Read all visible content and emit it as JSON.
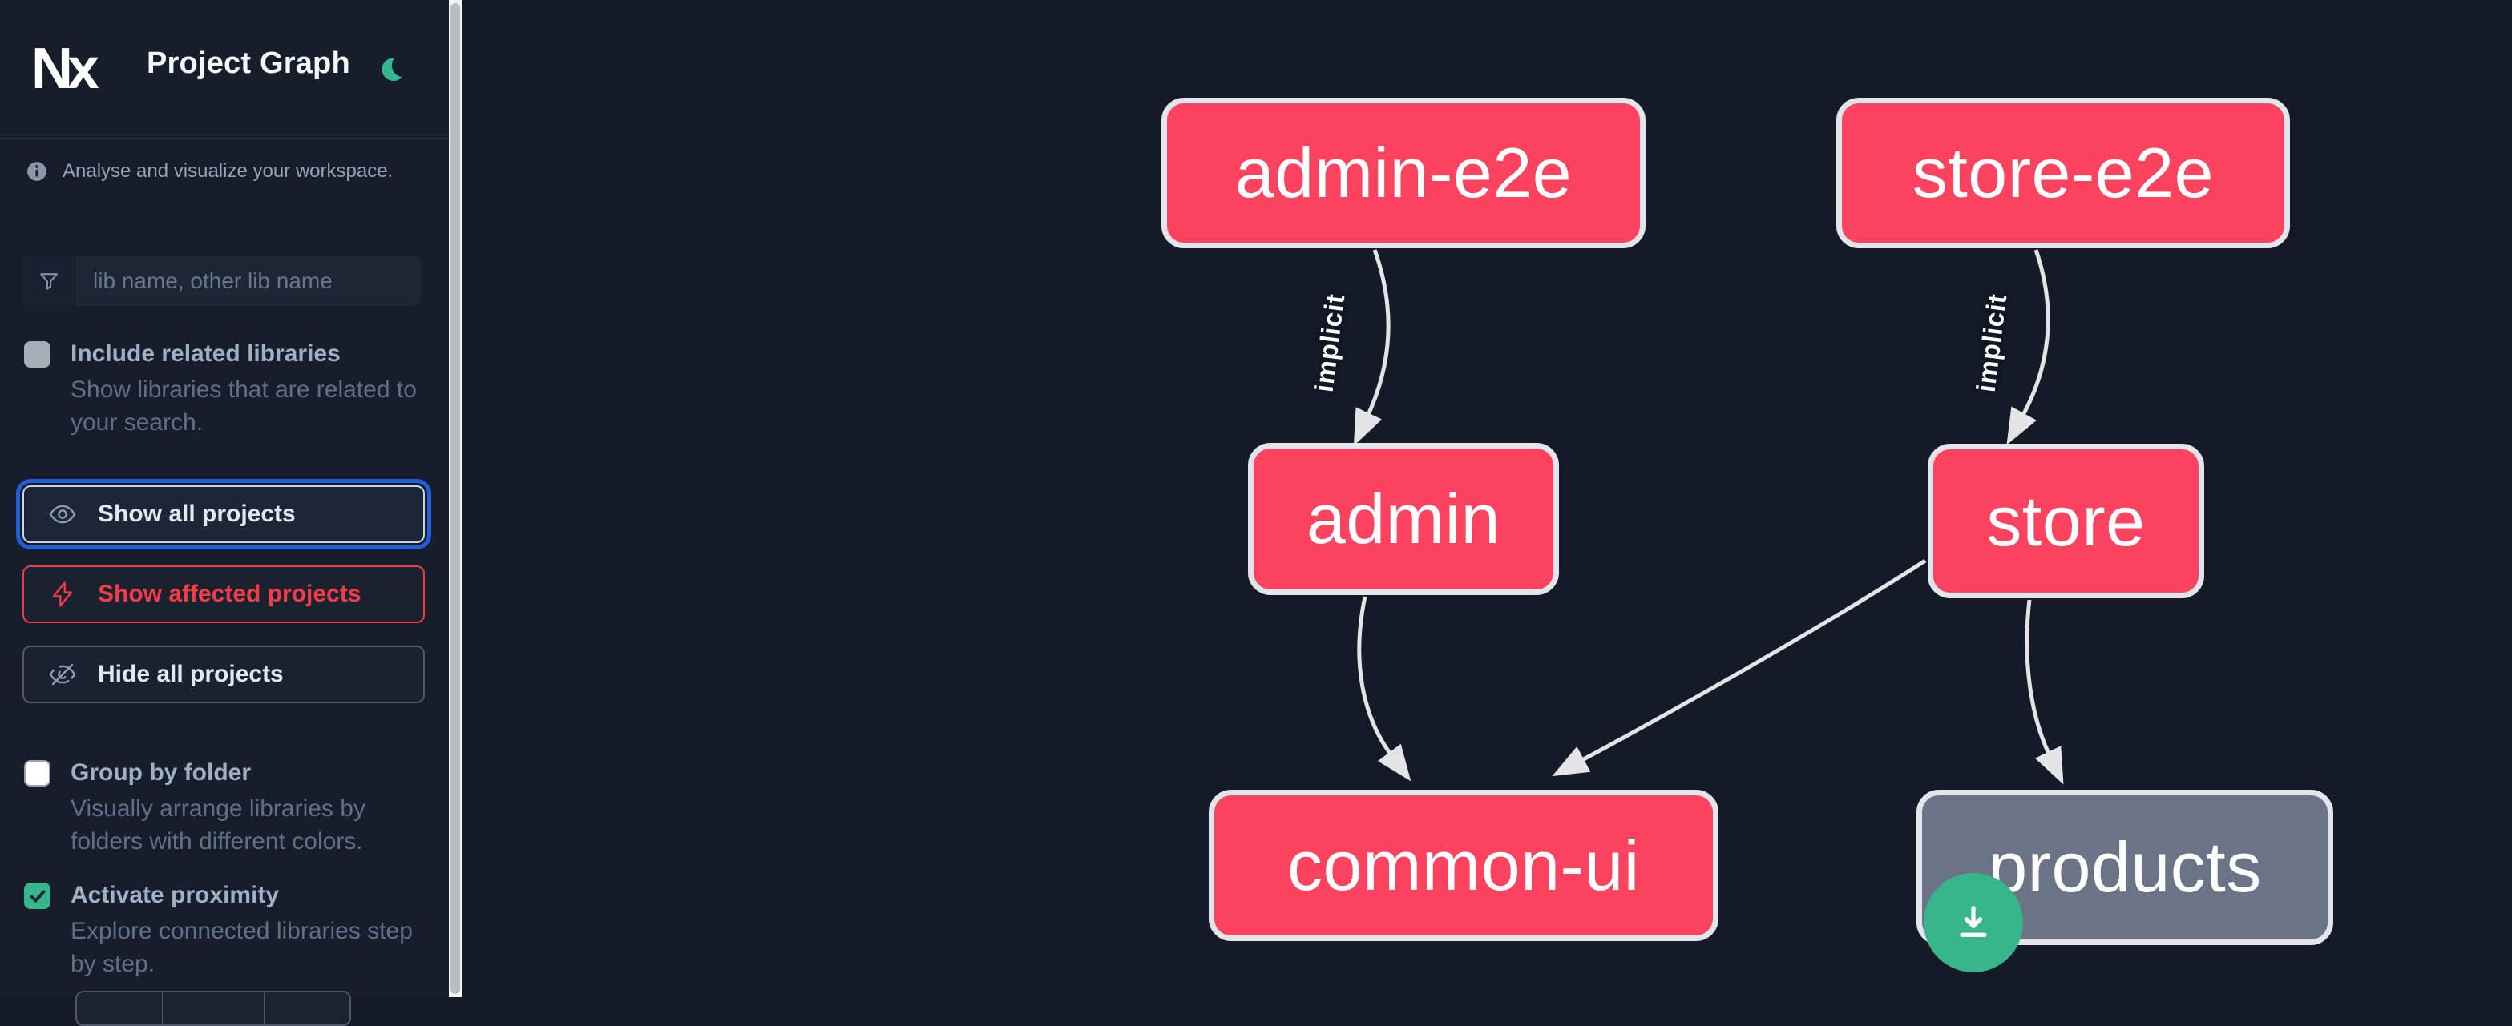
{
  "app": {
    "logo_text": "Nx",
    "title": "Project Graph",
    "theme_icon": "moon"
  },
  "sidebar": {
    "tagline": "Analyse and visualize your workspace.",
    "search": {
      "placeholder": "lib name, other lib name"
    },
    "include_related": {
      "label": "Include related libraries",
      "description": "Show libraries that are related to your search.",
      "checked": false
    },
    "actions": {
      "show_all": "Show all projects",
      "show_affected": "Show affected projects",
      "hide_all": "Hide all projects"
    },
    "group_by_folder": {
      "label": "Group by folder",
      "description": "Visually arrange libraries by folders with different colors.",
      "checked": false
    },
    "activate_proximity": {
      "label": "Activate proximity",
      "description": "Explore connected libraries step by step.",
      "checked": true
    }
  },
  "graph": {
    "nodes": [
      {
        "id": "admin-e2e",
        "label": "admin-e2e",
        "kind": "app"
      },
      {
        "id": "store-e2e",
        "label": "store-e2e",
        "kind": "app"
      },
      {
        "id": "admin",
        "label": "admin",
        "kind": "app"
      },
      {
        "id": "store",
        "label": "store",
        "kind": "app"
      },
      {
        "id": "common-ui",
        "label": "common-ui",
        "kind": "lib"
      },
      {
        "id": "products",
        "label": "products",
        "kind": "lib-unfocused"
      }
    ],
    "edges": [
      {
        "from": "admin-e2e",
        "to": "admin",
        "label": "implicit"
      },
      {
        "from": "store-e2e",
        "to": "store",
        "label": "implicit"
      },
      {
        "from": "admin",
        "to": "common-ui",
        "label": ""
      },
      {
        "from": "store",
        "to": "common-ui",
        "label": ""
      },
      {
        "from": "store",
        "to": "products",
        "label": ""
      }
    ]
  },
  "colors": {
    "node_primary": "#fb425e",
    "node_muted": "#6b7486",
    "accent_green": "#36b68a",
    "focus_ring_blue": "#2160dc",
    "danger_red": "#f23b46",
    "background": "#141a27",
    "sidebar_background": "#171d2b"
  }
}
